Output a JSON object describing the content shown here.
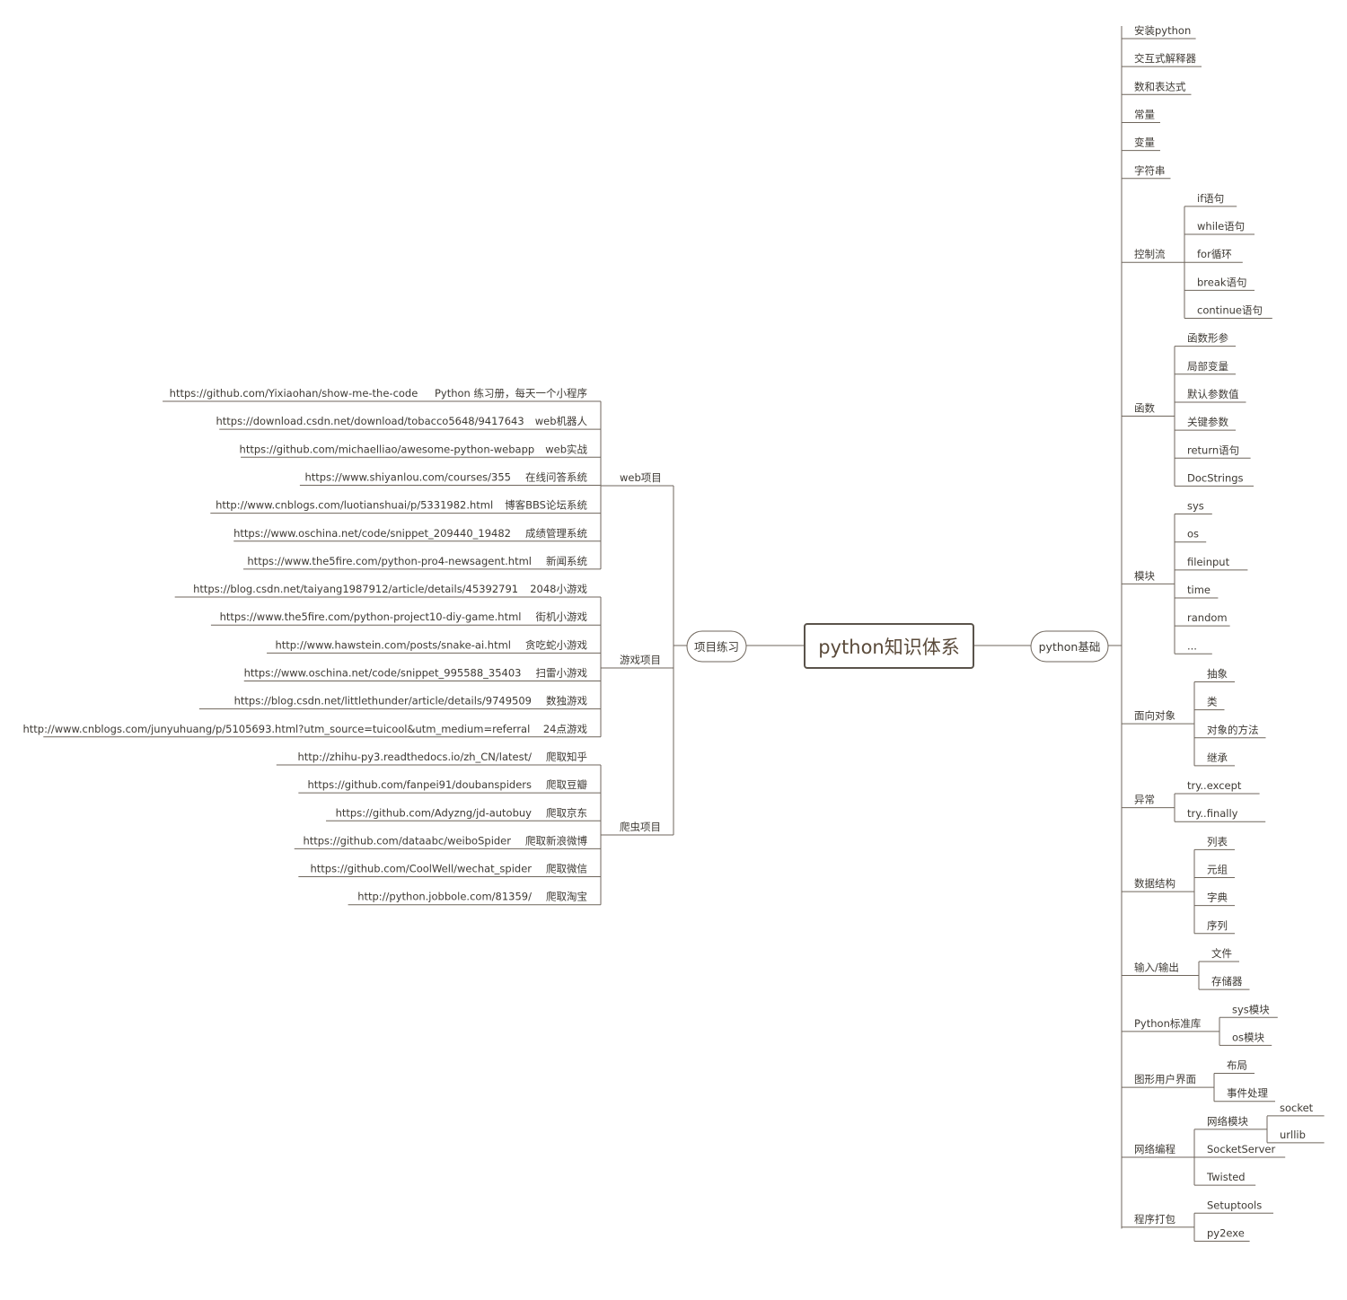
{
  "root": "python知识体系",
  "colors": {
    "line": "#6f665c",
    "text": "#3e3a34",
    "root_text": "#5a4a3a",
    "background": "#ffffff"
  },
  "right": {
    "label": "python基础",
    "items": [
      {
        "label": "安装python"
      },
      {
        "label": "交互式解释器"
      },
      {
        "label": "数和表达式"
      },
      {
        "label": "常量"
      },
      {
        "label": "变量"
      },
      {
        "label": "字符串"
      },
      {
        "label": "控制流",
        "children": [
          "if语句",
          "while语句",
          "for循环",
          "break语句",
          "continue语句"
        ]
      },
      {
        "label": "函数",
        "children": [
          "函数形参",
          "局部变量",
          "默认参数值",
          "关键参数",
          "return语句",
          "DocStrings"
        ]
      },
      {
        "label": "模块",
        "children": [
          "sys",
          "os",
          "fileinput",
          "time",
          "random",
          "..."
        ]
      },
      {
        "label": "面向对象",
        "children": [
          "抽象",
          "类",
          "对象的方法",
          "继承"
        ]
      },
      {
        "label": "异常",
        "children": [
          "try..except",
          "try..finally"
        ]
      },
      {
        "label": "数据结构",
        "children": [
          "列表",
          "元组",
          "字典",
          "序列"
        ]
      },
      {
        "label": "输入/输出",
        "children": [
          "文件",
          "存储器"
        ]
      },
      {
        "label": "Python标准库",
        "children": [
          "sys模块",
          "os模块"
        ]
      },
      {
        "label": "图形用户界面",
        "children": [
          "布局",
          "事件处理"
        ]
      },
      {
        "label": "网络编程",
        "children": [
          {
            "label": "网络模块",
            "children": [
              "socket",
              "urllib"
            ]
          },
          {
            "label": "SocketServer"
          },
          {
            "label": "Twisted"
          }
        ]
      },
      {
        "label": "程序打包",
        "children": [
          "Setuptools",
          "py2exe"
        ]
      }
    ]
  },
  "left": {
    "label": "项目练习",
    "groups": [
      {
        "label": "web项目",
        "items": [
          {
            "label": "Python 练习册，每天一个小程序",
            "url": "https://github.com/Yixiaohan/show-me-the-code"
          },
          {
            "label": "web机器人",
            "url": "https://download.csdn.net/download/tobacco5648/9417643"
          },
          {
            "label": "web实战",
            "url": "https://github.com/michaelliao/awesome-python-webapp"
          },
          {
            "label": "在线问答系统",
            "url": "https://www.shiyanlou.com/courses/355"
          },
          {
            "label": "博客BBS论坛系统",
            "url": "http://www.cnblogs.com/luotianshuai/p/5331982.html"
          },
          {
            "label": "成绩管理系统",
            "url": "https://www.oschina.net/code/snippet_209440_19482"
          },
          {
            "label": "新闻系统",
            "url": "https://www.the5fire.com/python-pro4-newsagent.html"
          }
        ]
      },
      {
        "label": "游戏项目",
        "items": [
          {
            "label": "2048小游戏",
            "url": "https://blog.csdn.net/taiyang1987912/article/details/45392791"
          },
          {
            "label": "街机小游戏",
            "url": "https://www.the5fire.com/python-project10-diy-game.html"
          },
          {
            "label": "贪吃蛇小游戏",
            "url": "http://www.hawstein.com/posts/snake-ai.html"
          },
          {
            "label": "扫雷小游戏",
            "url": "https://www.oschina.net/code/snippet_995588_35403"
          },
          {
            "label": "数独游戏",
            "url": "https://blog.csdn.net/littlethunder/article/details/9749509"
          },
          {
            "label": "24点游戏",
            "url": "http://www.cnblogs.com/junyuhuang/p/5105693.html?utm_source=tuicool&utm_medium=referral"
          }
        ]
      },
      {
        "label": "爬虫项目",
        "items": [
          {
            "label": "爬取知乎",
            "url": "http://zhihu-py3.readthedocs.io/zh_CN/latest/"
          },
          {
            "label": "爬取豆瓣",
            "url": "https://github.com/fanpei91/doubanspiders"
          },
          {
            "label": "爬取京东",
            "url": "https://github.com/Adyzng/jd-autobuy"
          },
          {
            "label": "爬取新浪微博",
            "url": "https://github.com/dataabc/weiboSpider"
          },
          {
            "label": "爬取微信",
            "url": "https://github.com/CoolWell/wechat_spider"
          },
          {
            "label": "爬取淘宝",
            "url": "http://python.jobbole.com/81359/"
          }
        ]
      }
    ]
  }
}
